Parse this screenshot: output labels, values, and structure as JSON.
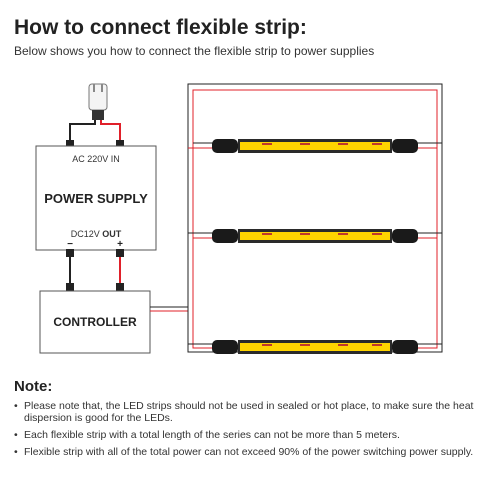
{
  "title": "How to connect flexible strip:",
  "subtitle": "Below shows you how to connect the flexible strip to power supplies",
  "diagram": {
    "power_supply": {
      "input_label": "AC 220V IN",
      "name": "POWER SUPPLY",
      "output_prefix": "DC12V",
      "output_suffix": "OUT",
      "minus": "−",
      "plus": "+"
    },
    "controller": {
      "name": "CONTROLLER"
    },
    "strip_count": 3,
    "colors": {
      "wire_red": "#e0202a",
      "wire_black": "#222222",
      "led_yellow": "#ffd400",
      "box_border": "#555555"
    }
  },
  "note": {
    "title": "Note:",
    "bullet": "•",
    "items": [
      "Please note that, the LED strips should not be used in sealed or hot place, to make sure the heat dispersion is good for the LEDs.",
      "Each flexible strip with a total length of the series can not be more than 5 meters.",
      "Flexible strip with all of the total power can not exceed 90% of the power switching power supply."
    ]
  }
}
